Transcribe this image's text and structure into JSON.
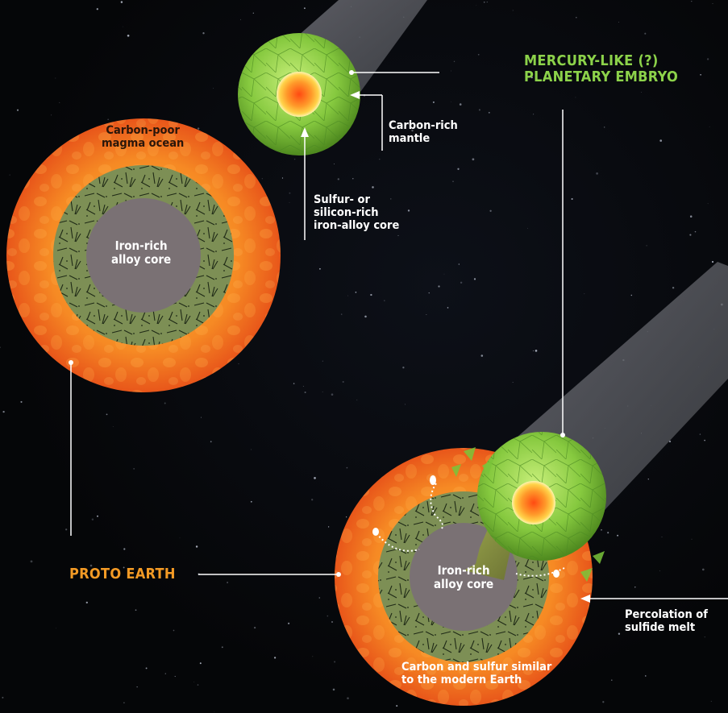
{
  "labels": {
    "mercury_like_embryo": "MERCURY-LIKE (?)\nPLANETARY EMBRYO",
    "carbon_rich_mantle": "Carbon-rich\nmantle",
    "sulfur_silicon_core": "Sulfur- or\nsilicon-rich\niron-alloy core",
    "carbon_poor_magma": "Carbon-poor\nmagma ocean",
    "iron_rich_core_left": "Iron-rich\nalloy core",
    "proto_earth": "PROTO EARTH",
    "iron_rich_core_right": "Iron-rich\nalloy core",
    "percolation": "Percolation of\nsulfide melt",
    "carbon_sulfur_similar": "Carbon and sulfur similar\nto the modern Earth"
  },
  "colors": {
    "background": "#050608",
    "magma_ocean": "#f37021",
    "mantle_layer": "#7d8f55",
    "core_gray": "#7a7174",
    "embryo_green": "#8cd24a",
    "label_green": "#8cd24a",
    "label_orange": "#f39a25",
    "leader_line": "#ffffff"
  }
}
